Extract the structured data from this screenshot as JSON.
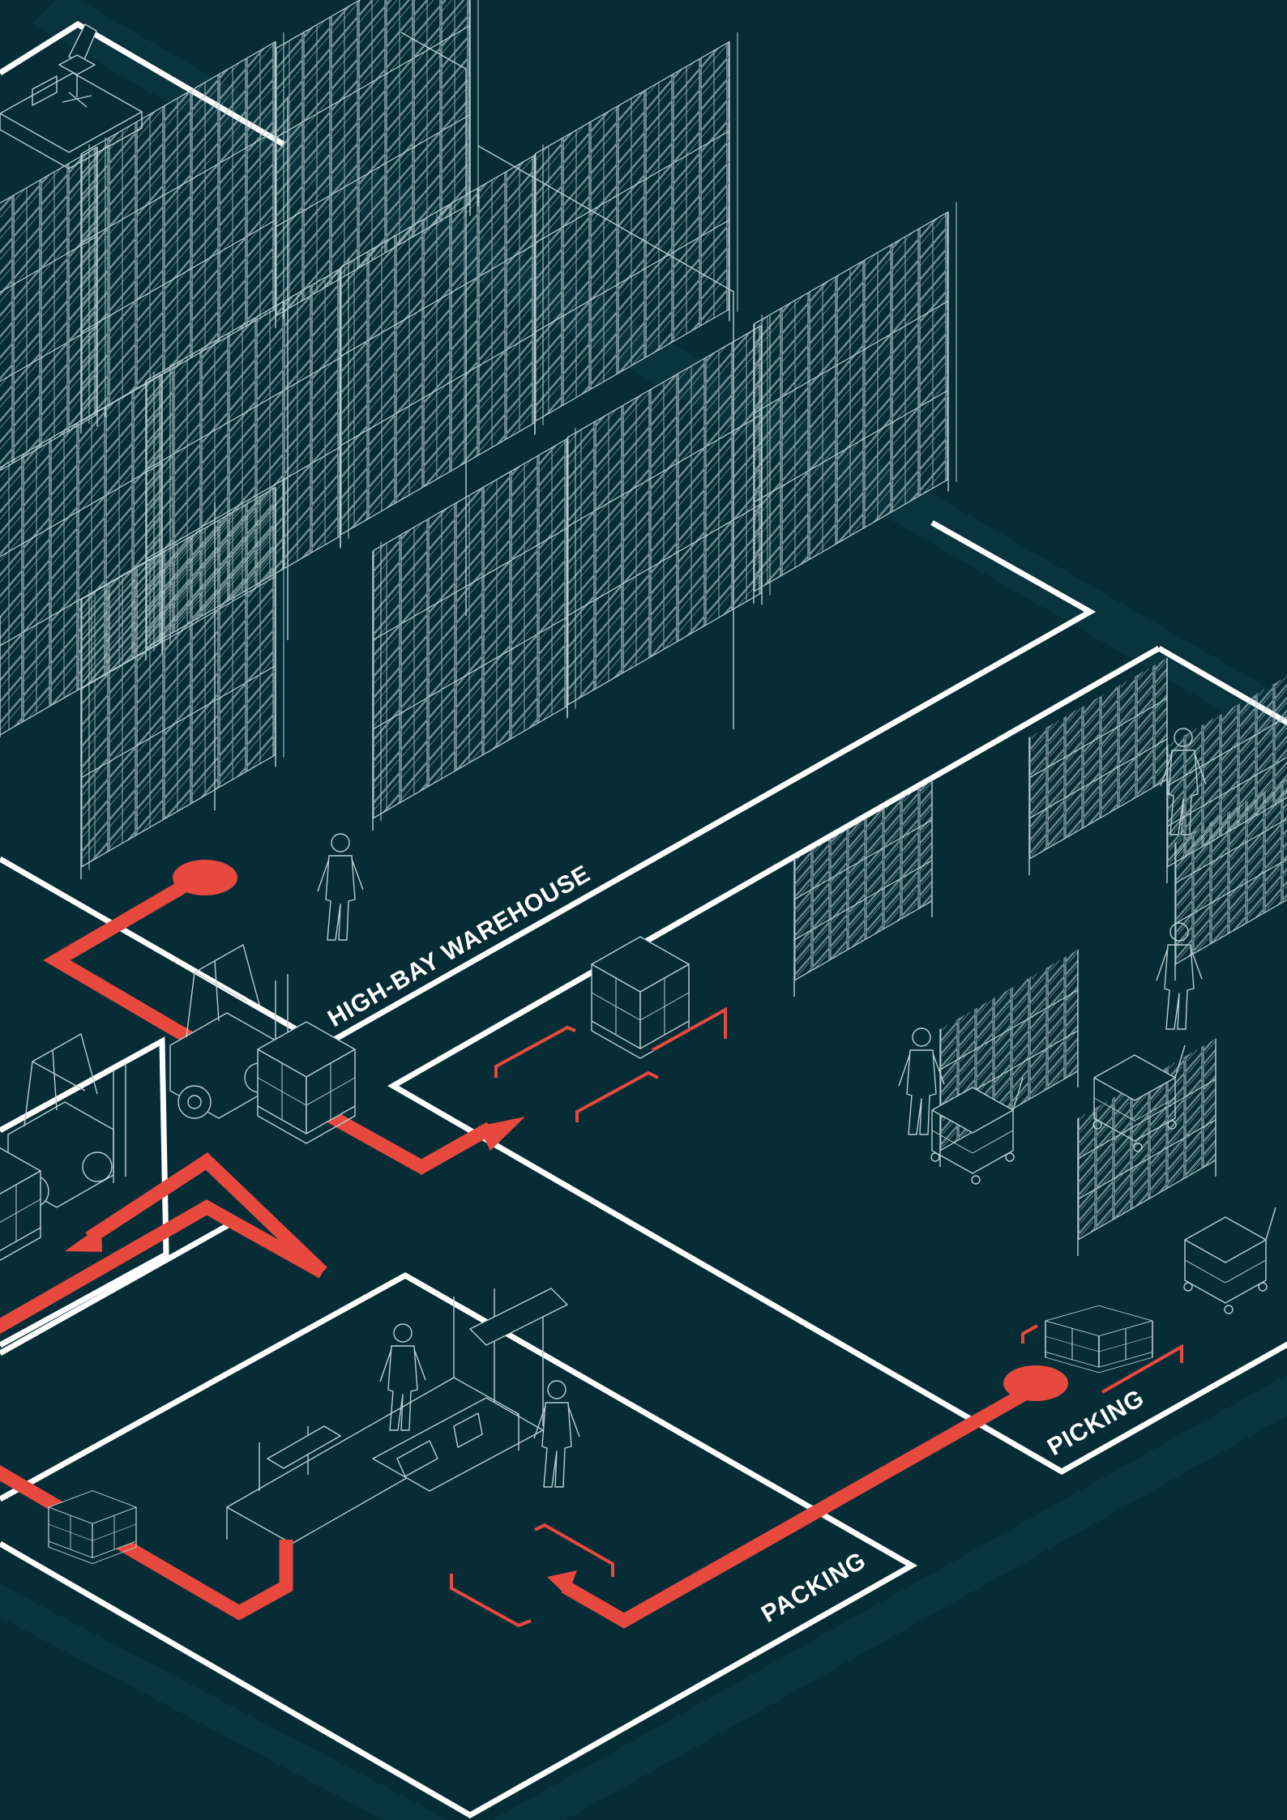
{
  "colors": {
    "background": "#062d36",
    "floor_band": "#0e3a43",
    "zone_outline": "#ffffff",
    "flow_path": "#e8493f",
    "line_art": "#b9cdd2"
  },
  "zones": {
    "high_bay": "HIGH-BAY WAREHOUSE",
    "picking": "PICKING",
    "packing": "PACKING"
  },
  "icons": {
    "forklift": "forklift-icon",
    "pallet": "pallet-icon",
    "worker": "worker-icon",
    "cart": "cart-icon",
    "shelving": "shelving-icon",
    "rack": "rack-icon",
    "desk": "desk-icon",
    "chair": "chair-icon"
  }
}
